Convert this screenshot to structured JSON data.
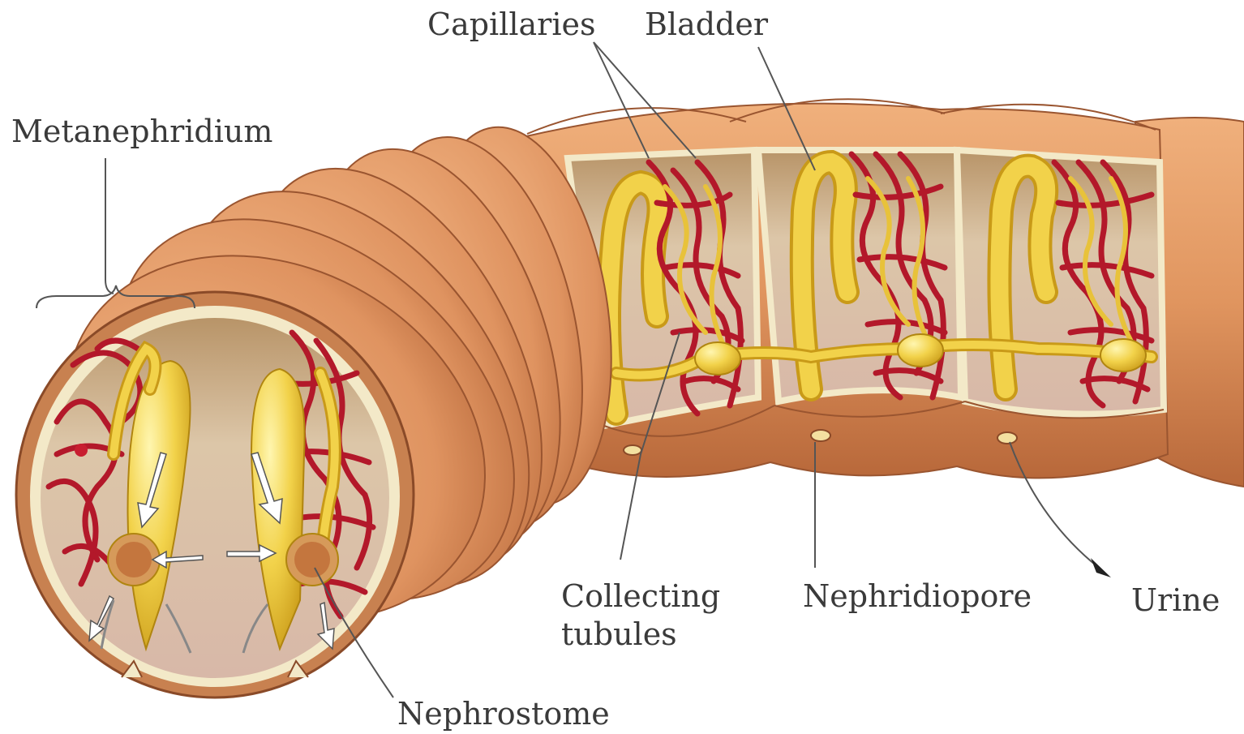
{
  "labels": {
    "capillaries": "Capillaries",
    "bladder": "Bladder",
    "metanephridium": "Metanephridium",
    "collecting_line1": "Collecting",
    "collecting_line2": "tubules",
    "nephridiopore": "Nephridiopore",
    "urine": "Urine",
    "nephrostome": "Nephrostome"
  },
  "colors": {
    "body_wall": "#e0955f",
    "body_wall_dark": "#b8683a",
    "interior_tan": "#c9a27a",
    "interior_pink": "#d8b8a8",
    "nephridium_yellow": "#f2d24a",
    "capillary_red": "#b3182a",
    "inner_border": "#f3e9c8"
  }
}
